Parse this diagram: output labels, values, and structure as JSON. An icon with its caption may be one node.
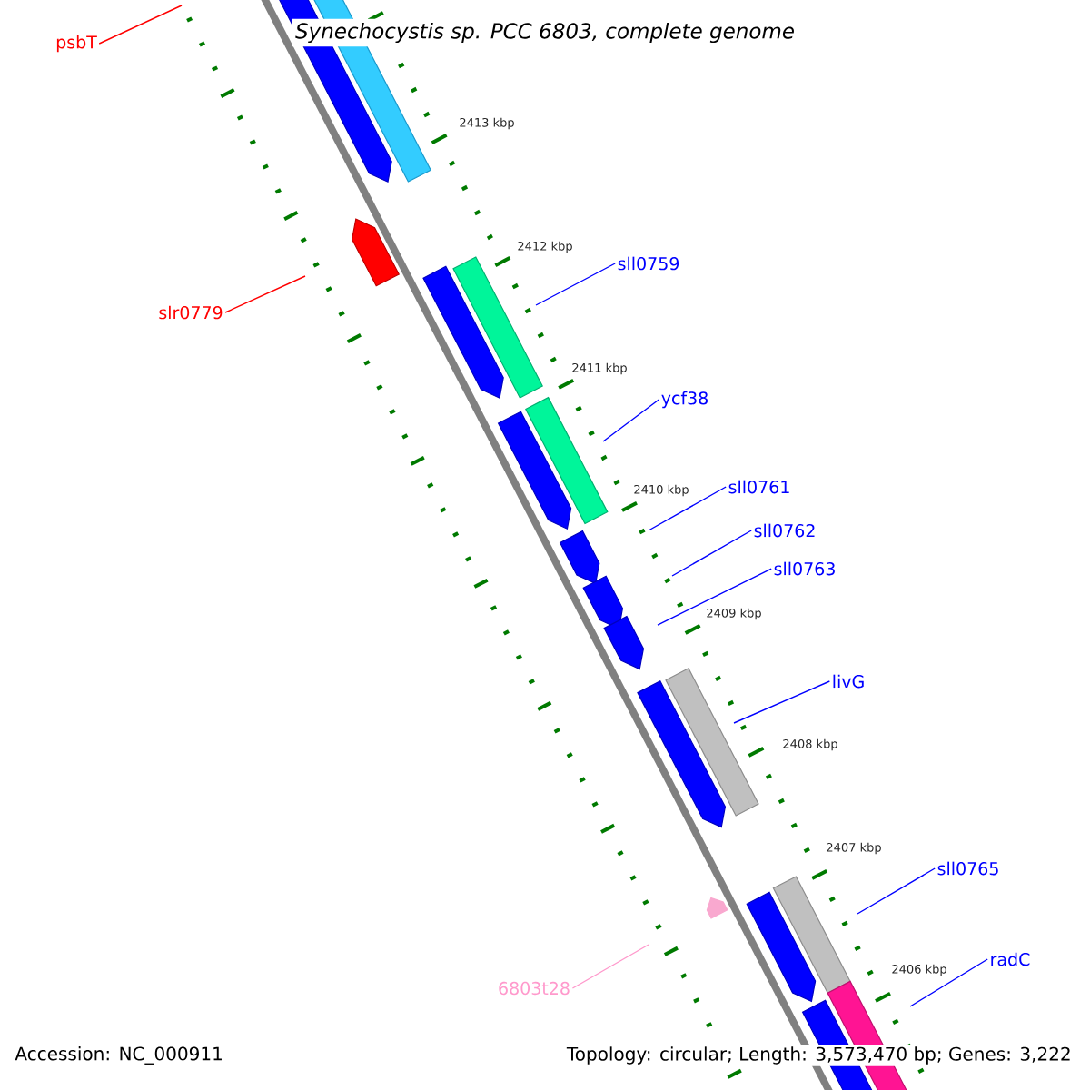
{
  "diagram": {
    "title": "*Synechocystis* sp. PCC 6803, complete genome",
    "nodes": [
      {
        "text": [
          "psbT"
        ]
      },
      {
        "text": [
          "sll0759"
        ]
      },
      {
        "text": [
          "slr0779"
        ]
      },
      {
        "text": [
          "ycf38"
        ]
      },
      {
        "text": [
          "sll0761"
        ]
      },
      {
        "text": [
          "sll0762"
        ]
      },
      {
        "text": [
          "sll0763"
        ]
      },
      {
        "text": [
          "livG"
        ]
      },
      {
        "text": [
          "sll0765"
        ]
      },
      {
        "text": [
          "radC"
        ]
      },
      {
        "text": [
          "6803t28"
        ]
      }
    ],
    "edges": [
      {
        "from": 0,
        "to": null,
        "arrow": "none",
        "color": "#ff0000"
      },
      {
        "from": 1,
        "to": null,
        "arrow": "none"
      },
      {
        "from": 2,
        "to": null,
        "arrow": "none",
        "color": "#ff0000"
      },
      {
        "from": 3,
        "to": null,
        "arrow": "none"
      },
      {
        "from": 4,
        "to": null,
        "arrow": "none"
      },
      {
        "from": 5,
        "to": null,
        "arrow": "none"
      },
      {
        "from": 6,
        "to": null,
        "arrow": "none"
      },
      {
        "from": 7,
        "to": null,
        "arrow": "none"
      },
      {
        "from": 8,
        "to": null,
        "arrow": "none"
      },
      {
        "from": 9,
        "to": null,
        "arrow": "none"
      },
      {
        "from": 10,
        "to": null,
        "arrow": "none",
        "color": "#ff99cc"
      }
    ],
    "labels": [
      "2413 kbp",
      "2412 kbp",
      "2411 kbp",
      "2410 kbp",
      "2409 kbp",
      "2408 kbp",
      "2407 kbp",
      "2406 kbp",
      "Accession: NC_000911",
      "Topology: circular; Length: 3,573,470 bp; Genes: 3,222"
    ]
  }
}
